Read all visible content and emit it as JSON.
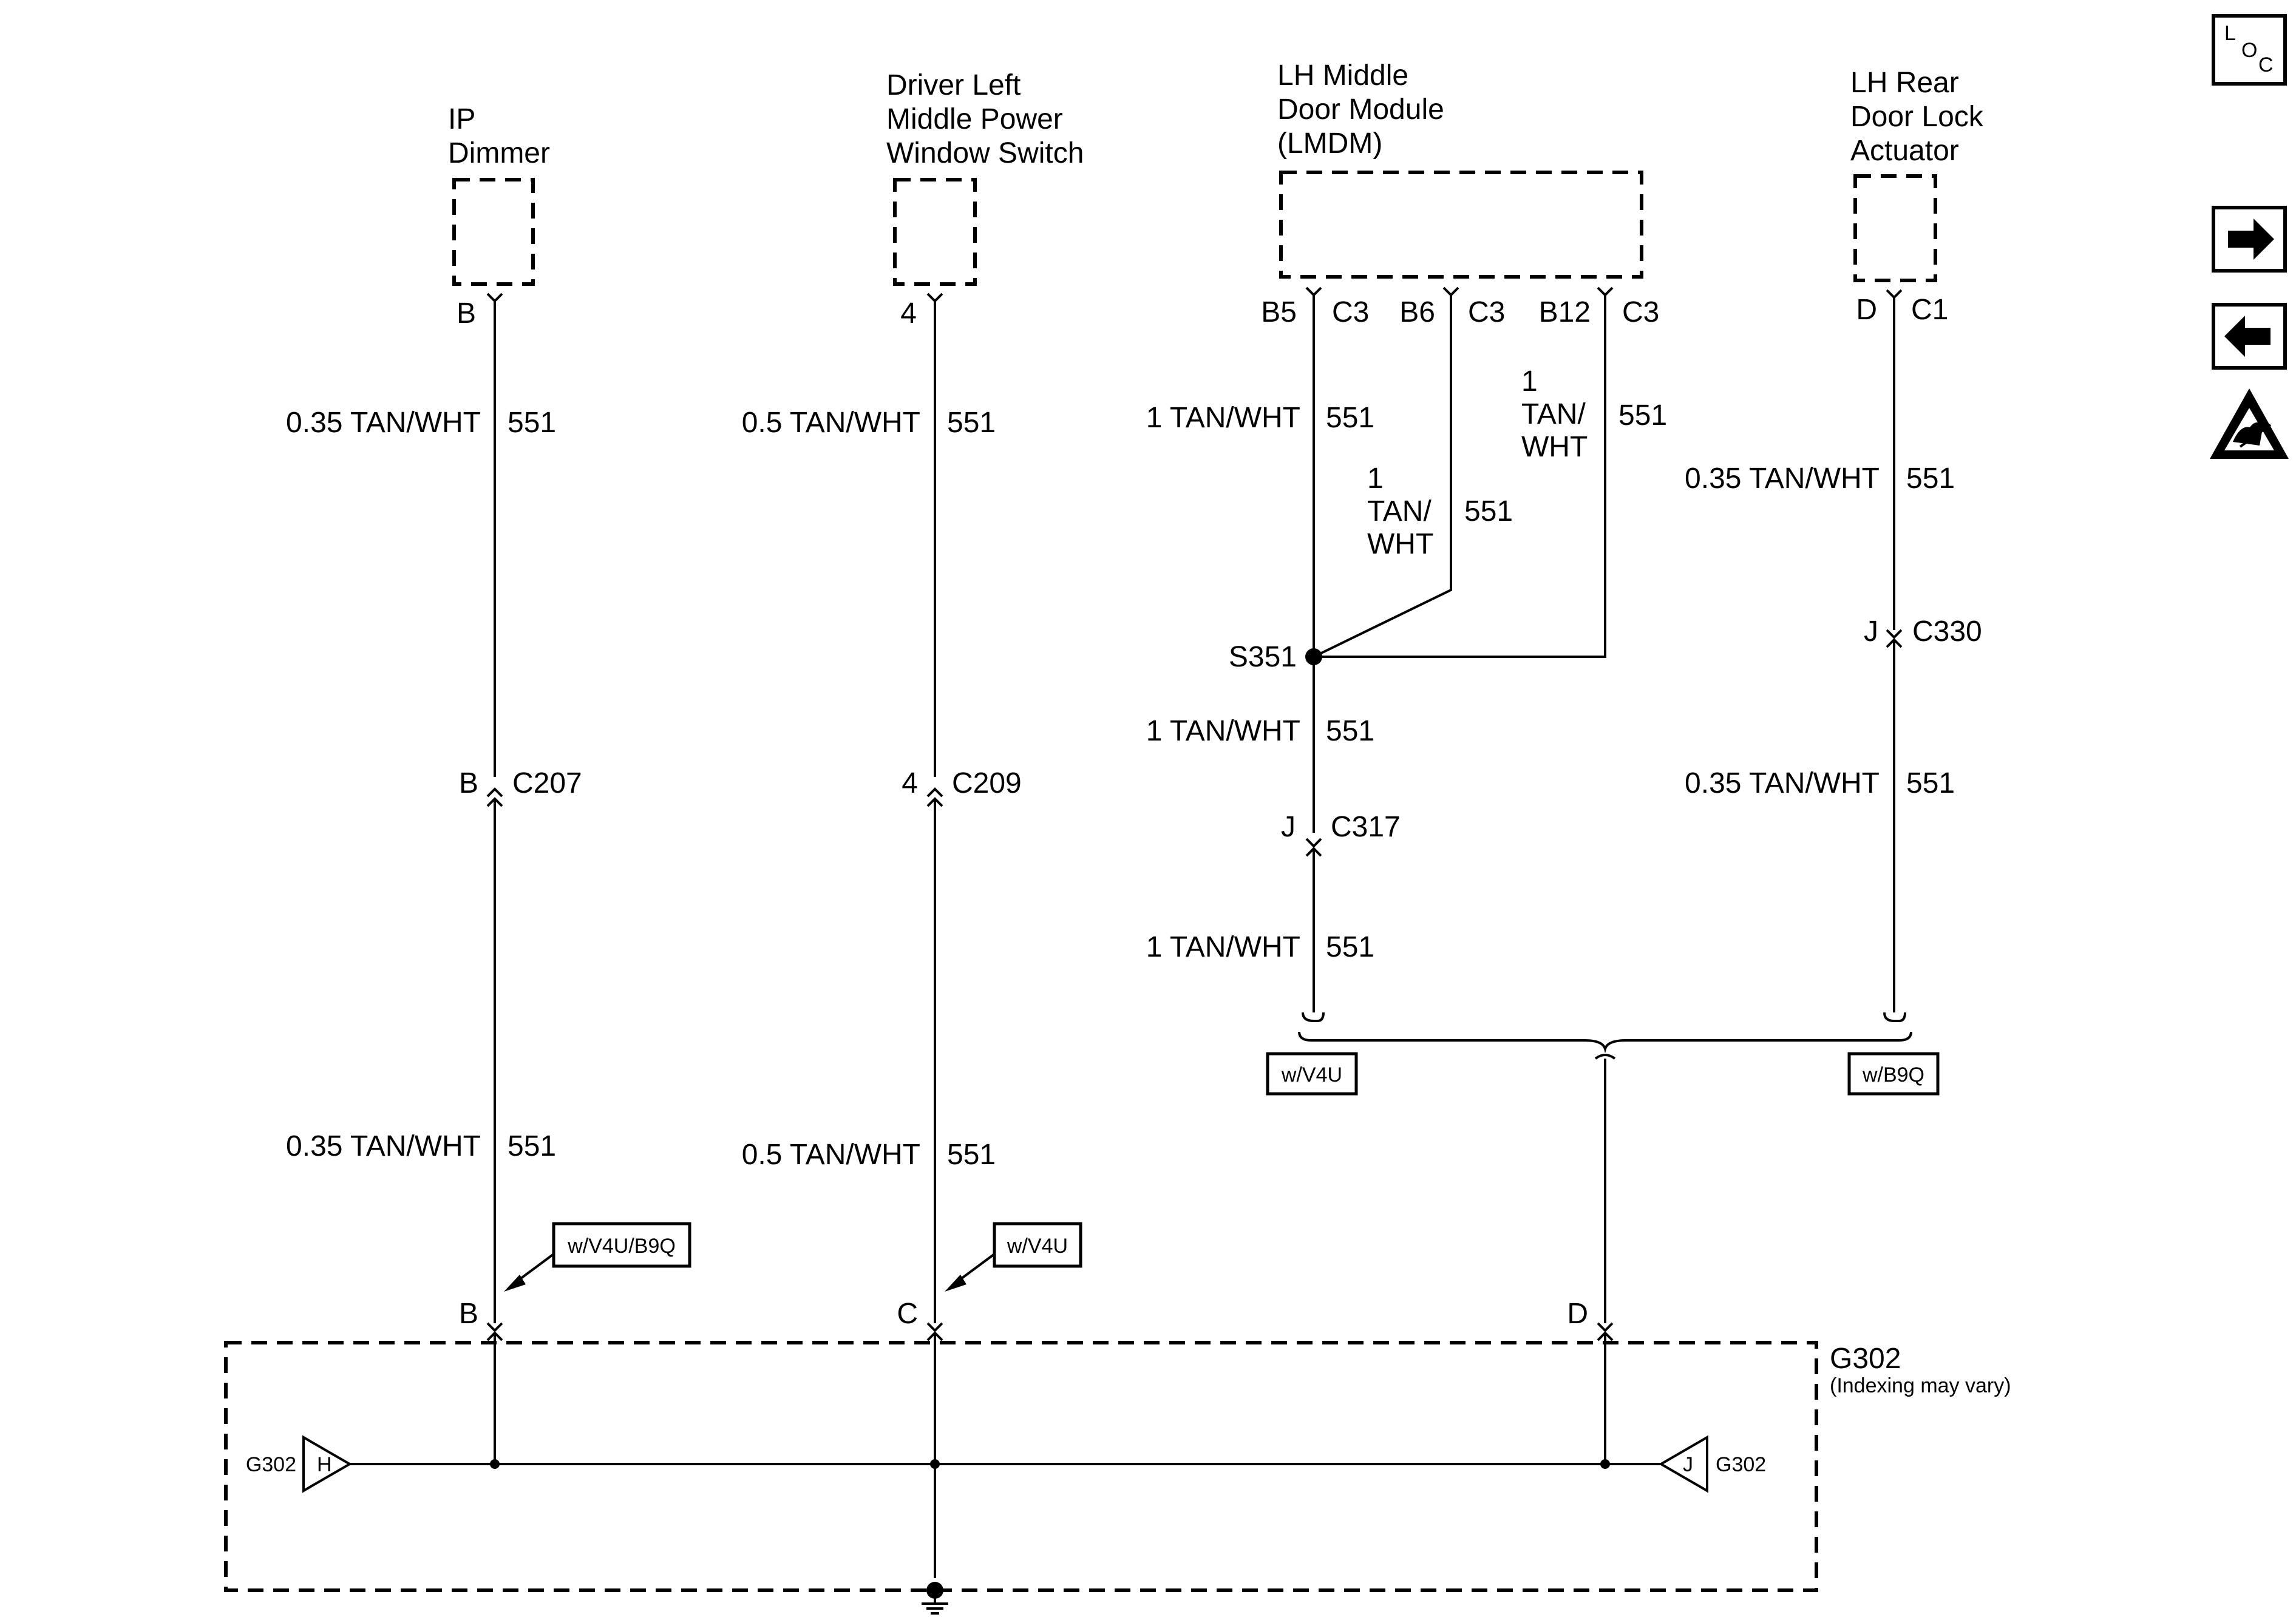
{
  "components": {
    "ip_dimmer": [
      "IP",
      "Dimmer"
    ],
    "window_switch": [
      "Driver Left",
      "Middle Power",
      "Window Switch"
    ],
    "lmdm": [
      "LH Middle",
      "Door Module",
      "(LMDM)"
    ],
    "lock_actuator": [
      "LH Rear",
      "Door Lock",
      "Actuator"
    ]
  },
  "pins": {
    "ip_top": "B",
    "sw_top": "4",
    "lm_b5": "B5",
    "lm_c3a": "C3",
    "lm_b6": "B6",
    "lm_c3b": "C3",
    "lm_b12": "B12",
    "lm_c3c": "C3",
    "act_d": "D",
    "act_c1": "C1",
    "c207_pin": "B",
    "c207": "C207",
    "c209_pin": "4",
    "c209": "C209",
    "c317_pin": "J",
    "c317": "C317",
    "c330_pin": "J",
    "c330": "C330",
    "g_b": "B",
    "g_c": "C",
    "g_d": "D",
    "splice": "S351"
  },
  "wires": {
    "ip_upper": "0.35 TAN/WHT",
    "ip_lower": "0.35 TAN/WHT",
    "sw_upper": "0.5 TAN/WHT",
    "sw_lower": "0.5 TAN/WHT",
    "lm_b5": "1 TAN/WHT",
    "lm_b6": [
      "1",
      "TAN/",
      "WHT"
    ],
    "lm_b12": [
      "1",
      "TAN/",
      "WHT"
    ],
    "lm_mid": "1 TAN/WHT",
    "lm_low": "1 TAN/WHT",
    "act_upper": "0.35 TAN/WHT",
    "act_lower": "0.35 TAN/WHT",
    "circuit": "551"
  },
  "options": {
    "v4u_b9q": "w/V4U/B9Q",
    "v4u_sw": "w/V4U",
    "v4u_left": "w/V4U",
    "b9q_right": "w/B9Q"
  },
  "ground": {
    "name": "G302",
    "note": "(Indexing may vary)",
    "left_label": "G302",
    "left_pin": "H",
    "right_label": "G302",
    "right_pin": "J"
  },
  "side_icons": {
    "loc": [
      "L",
      "O",
      "C"
    ],
    "forward": "arrow-right-icon",
    "back": "arrow-left-icon",
    "esd": "esd-warning-icon"
  }
}
